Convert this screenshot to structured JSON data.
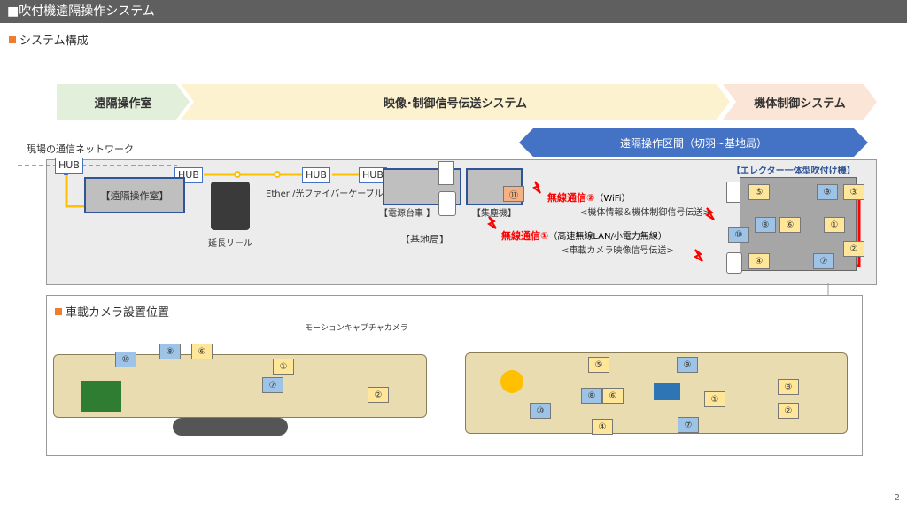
{
  "header": {
    "title": "■吹付機遠隔操作システム"
  },
  "subtitle": "システム構成",
  "chevrons": [
    "遠隔操作室",
    "映像･制御信号伝送システム",
    "機体制御システム"
  ],
  "range_label": "遠隔操作区間（切羽~基地局）",
  "network_label": "現場の通信ネットワーク",
  "hub": "HUB",
  "remote_room_box": "【遠隔操作室】",
  "reel_label": "延長リール",
  "cable_label": "Ether /光ファイバーケーブル",
  "power_cart_label": "【電源台車 】",
  "dust_label": "【集塵機】",
  "base_station_label": "【基地局】",
  "wireless2": {
    "title": "無線通信②",
    "detail": "（WiFi）",
    "desc": "<機体情報＆機体制御信号伝送>"
  },
  "wireless1": {
    "title": "無線通信①",
    "detail": "（高速無線LAN/小電力無線）",
    "desc": "<車載カメラ映像信号伝送>"
  },
  "machine_label": "【エレクター一体型吹付け機】",
  "cam_section_title": "車載カメラ設置位置",
  "mocap_label": "モーションキャプチャカメラ",
  "cams": {
    "c1": "①",
    "c2": "②",
    "c3": "③",
    "c4": "④",
    "c5": "⑤",
    "c6": "⑥",
    "c7": "⑦",
    "c8": "⑧",
    "c9": "⑨",
    "c10": "⑩",
    "c11": "⑪"
  },
  "page_number": "2",
  "colors": {
    "header": "#5f5f5f",
    "accent": "#ed7d31",
    "blue": "#4472c4",
    "red": "#ff0000",
    "yellow": "#ffc000"
  }
}
